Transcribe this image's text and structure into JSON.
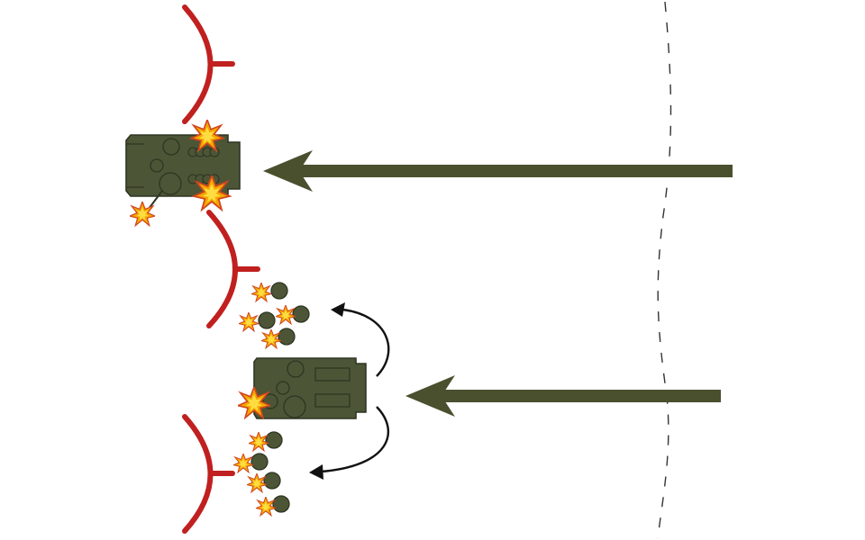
{
  "diagram": {
    "colors": {
      "background": "#ffffff",
      "advance_arrow": "#4a4f2e",
      "tank_fill": "#4c5536",
      "tank_outline": "#2f3522",
      "defense_line": "#c0201f",
      "blast_outer": "#f5a800",
      "blast_inner": "#ffdd40",
      "blast_outline": "#d2461e",
      "deploy_arrow": "#111111",
      "phase_line": "#333333"
    },
    "groups": [
      {
        "role": "lead-vehicle",
        "icons": [
          "tank-icon",
          "explosion-icon"
        ]
      },
      {
        "role": "second-vehicle",
        "icons": [
          "tank-icon",
          "explosion-icon"
        ]
      },
      {
        "role": "dismounted-squads",
        "count": 8,
        "icons": [
          "soldier-icon",
          "muzzle-flash-icon"
        ]
      },
      {
        "role": "defensive-positions",
        "count": 3,
        "icons": [
          "defense-arc-icon"
        ]
      }
    ]
  }
}
